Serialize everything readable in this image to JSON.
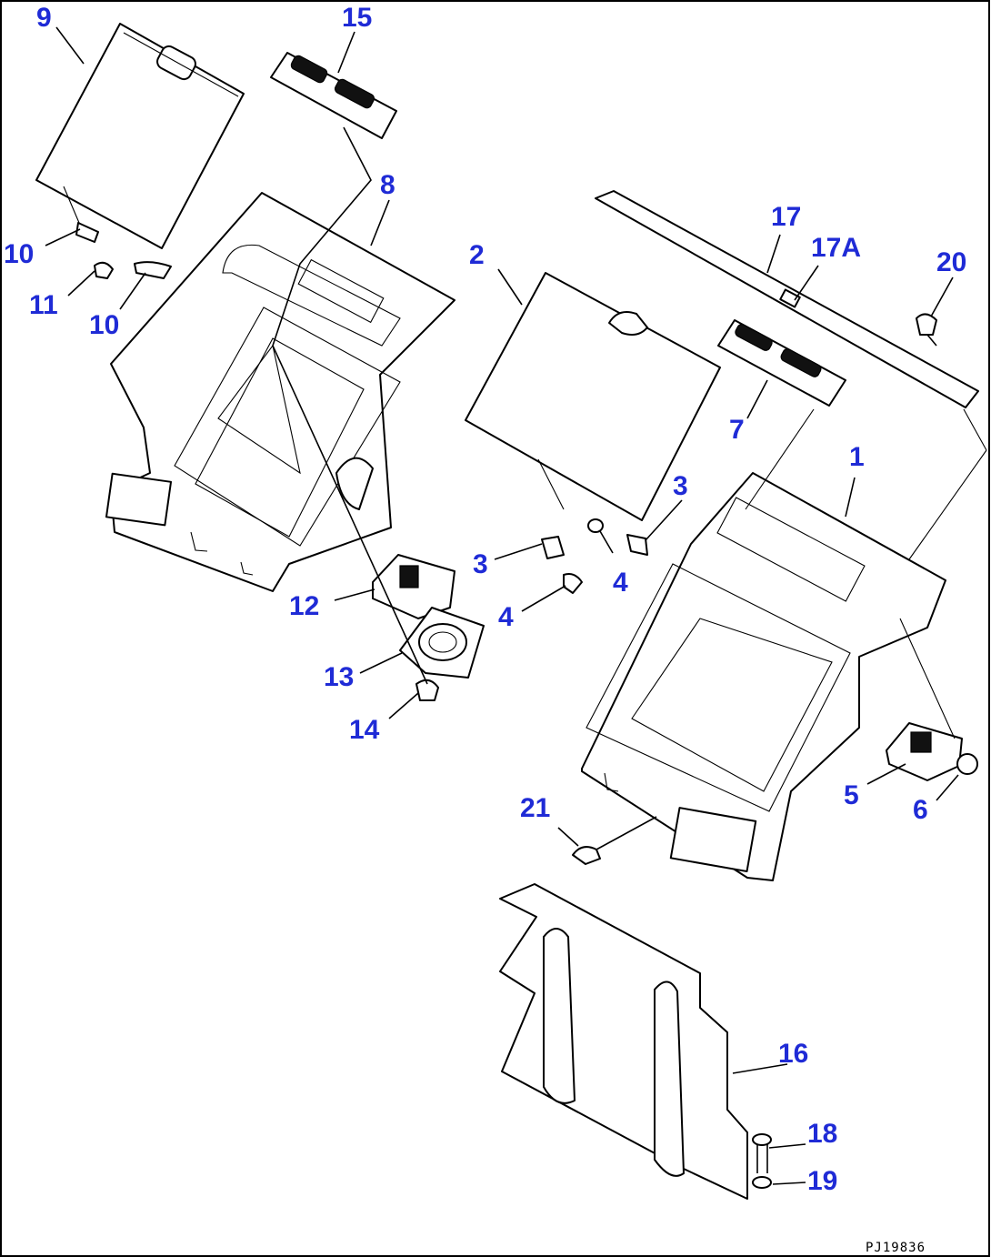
{
  "diagram": {
    "drawing_code": "PJ19836",
    "callouts": [
      {
        "id": "c9",
        "text": "9"
      },
      {
        "id": "c15",
        "text": "15"
      },
      {
        "id": "c8",
        "text": "8"
      },
      {
        "id": "c10a",
        "text": "10"
      },
      {
        "id": "c11",
        "text": "11"
      },
      {
        "id": "c10b",
        "text": "10"
      },
      {
        "id": "c2",
        "text": "2"
      },
      {
        "id": "c17",
        "text": "17"
      },
      {
        "id": "c17a",
        "text": "17A"
      },
      {
        "id": "c20",
        "text": "20"
      },
      {
        "id": "c7",
        "text": "7"
      },
      {
        "id": "c1",
        "text": "1"
      },
      {
        "id": "c3a",
        "text": "3"
      },
      {
        "id": "c3b",
        "text": "3"
      },
      {
        "id": "c4a",
        "text": "4"
      },
      {
        "id": "c4b",
        "text": "4"
      },
      {
        "id": "c12",
        "text": "12"
      },
      {
        "id": "c13",
        "text": "13"
      },
      {
        "id": "c14",
        "text": "14"
      },
      {
        "id": "c5",
        "text": "5"
      },
      {
        "id": "c6",
        "text": "6"
      },
      {
        "id": "c21",
        "text": "21"
      },
      {
        "id": "c16",
        "text": "16"
      },
      {
        "id": "c18",
        "text": "18"
      },
      {
        "id": "c19",
        "text": "19"
      }
    ]
  }
}
